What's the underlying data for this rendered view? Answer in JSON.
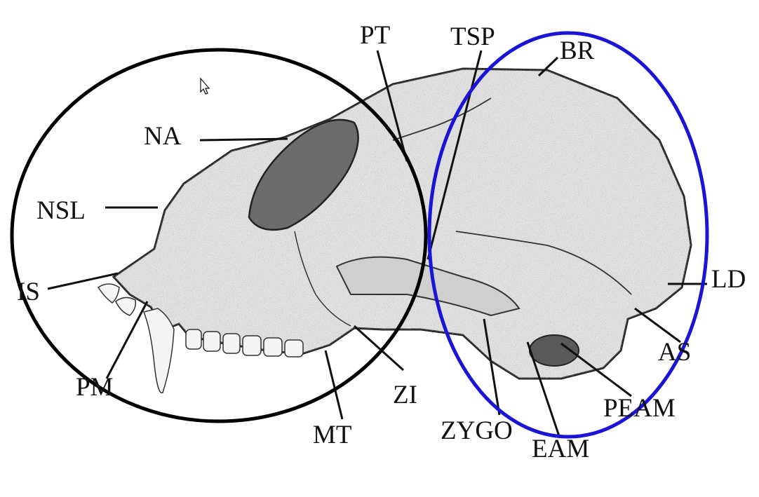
{
  "diagram": {
    "labels": {
      "pt": "PT",
      "tsp": "TSP",
      "br": "BR",
      "na": "NA",
      "nsl": "NSL",
      "is": "IS",
      "ld": "LD",
      "as": "AS",
      "pm": "PM",
      "zi": "ZI",
      "peam": "PEAM",
      "mt": "MT",
      "zygo": "ZYGO",
      "eam": "EAM"
    },
    "colors": {
      "face_ellipse": "#000000",
      "braincase_ellipse": "#1a14d6",
      "skull_fill": "#e8e8e8",
      "ink": "#111111"
    },
    "cursor_icon": "arrow-pointer-icon"
  }
}
